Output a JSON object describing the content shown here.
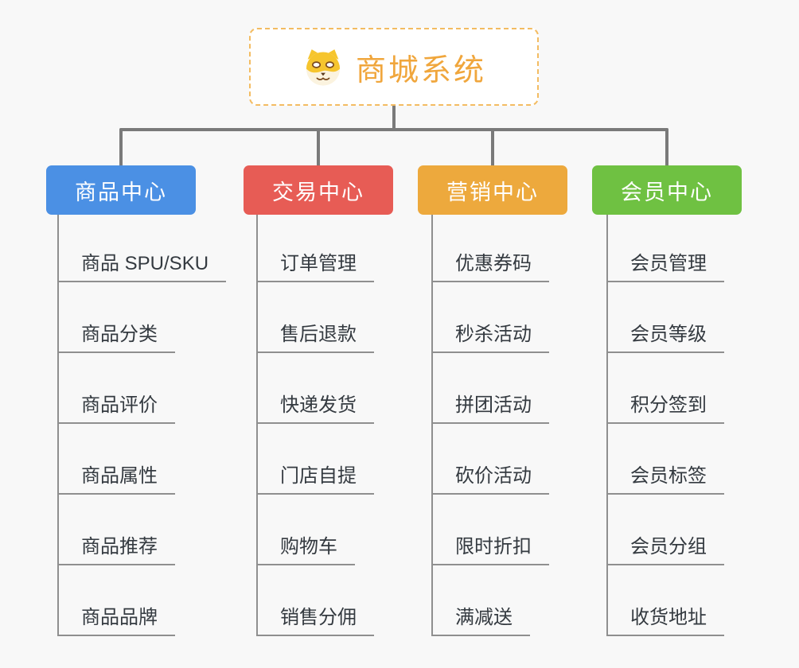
{
  "root": {
    "title": "商城系统",
    "icon": "dog-face-icon",
    "accent_color": "#F0A63C",
    "border_color": "#F3BC62"
  },
  "connector_color": "#7A7A7A",
  "leaf_line_color": "#8F8F8F",
  "branches": [
    {
      "label": "商品中心",
      "color": "#4B90E4",
      "items": [
        "商品 SPU/SKU",
        "商品分类",
        "商品评价",
        "商品属性",
        "商品推荐",
        "商品品牌"
      ]
    },
    {
      "label": "交易中心",
      "color": "#E75C55",
      "items": [
        "订单管理",
        "售后退款",
        "快递发货",
        "门店自提",
        "购物车",
        "销售分佣"
      ]
    },
    {
      "label": "营销中心",
      "color": "#EDA93D",
      "items": [
        "优惠券码",
        "秒杀活动",
        "拼团活动",
        "砍价活动",
        "限时折扣",
        "满减送"
      ]
    },
    {
      "label": "会员中心",
      "color": "#6FC142",
      "items": [
        "会员管理",
        "会员等级",
        "积分签到",
        "会员标签",
        "会员分组",
        "收货地址"
      ]
    }
  ]
}
